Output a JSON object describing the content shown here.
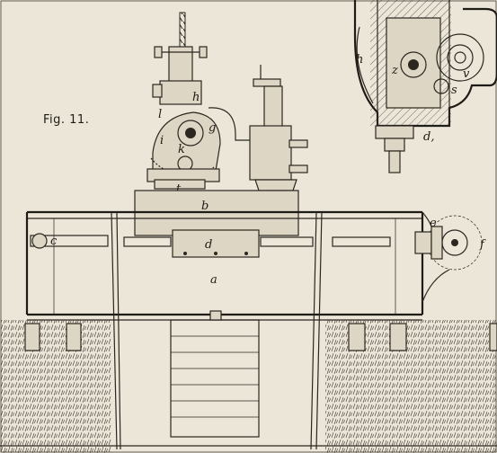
{
  "figure_label": "Fig. 11.",
  "part_labels": {
    "a": "a",
    "b": "b",
    "c": "c",
    "d": "d",
    "d1": "d,",
    "e": "e",
    "f": "f",
    "g": "g",
    "h": "h",
    "i": "i",
    "k": "k",
    "l": "l",
    "s": "s",
    "v": "v",
    "z": "z",
    "t": "t"
  },
  "colors": {
    "paper": "#ebe6d8",
    "ink": "#2b2620"
  }
}
